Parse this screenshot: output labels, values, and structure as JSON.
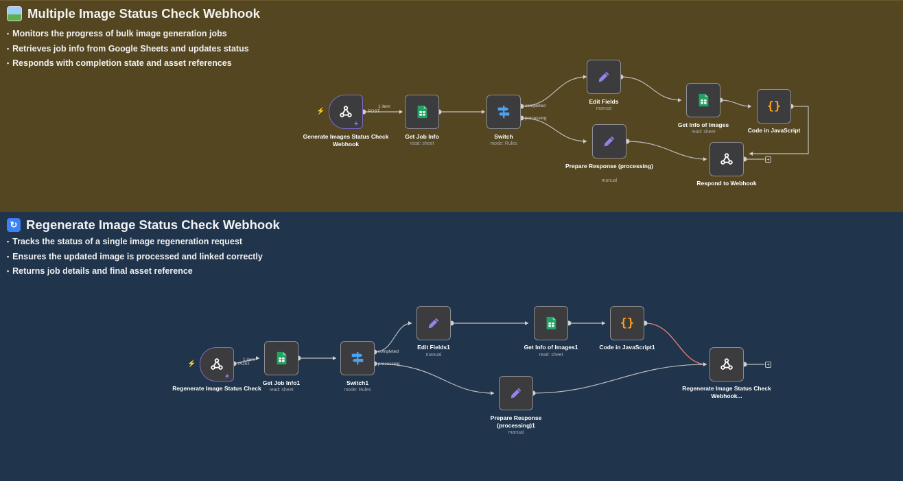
{
  "sections": [
    {
      "title": "Multiple Image Status Check Webhook",
      "icon": "framed-picture-emoji",
      "bullets": [
        "Monitors the progress of bulk image generation jobs",
        "Retrieves job info from Google Sheets and updates status",
        "Responds with completion state and asset references"
      ]
    },
    {
      "title": "Regenerate Image Status Check Webhook",
      "icon": "counterclockwise-arrows-emoji",
      "bullets": [
        "Tracks the status of a single image regeneration request",
        "Ensures the updated image is processed and linked correctly",
        "Returns job details and final asset reference"
      ]
    }
  ],
  "workflow1": {
    "trigger": {
      "label": "Generate Images Status Check Webhook",
      "icon": "webhook-icon"
    },
    "post_label": "POST",
    "items_label": "1 item",
    "get_job": {
      "label": "Get Job Info",
      "sub": "read: sheet",
      "icon": "google-sheets-icon"
    },
    "switch": {
      "label": "Switch",
      "sub": "mode: Rules",
      "icon": "switch-icon",
      "outputs": [
        "completed",
        "processing"
      ]
    },
    "edit": {
      "label": "Edit Fields",
      "sub": "manual",
      "icon": "pencil-icon"
    },
    "prepare": {
      "label": "Prepare Response (processing)",
      "sub": "manual",
      "icon": "pencil-icon"
    },
    "get_info": {
      "label": "Get Info of Images",
      "sub": "read: sheet",
      "icon": "google-sheets-icon"
    },
    "code": {
      "label": "Code in JavaScript",
      "icon": "code-braces-icon"
    },
    "respond": {
      "label": "Respond to Webhook",
      "icon": "webhook-icon"
    }
  },
  "workflow2": {
    "trigger": {
      "label": "Regenerate Image Status Check",
      "icon": "webhook-icon"
    },
    "post_label": "POST",
    "items_label": "1 item",
    "get_job": {
      "label": "Get Job Info1",
      "sub": "read: sheet",
      "icon": "google-sheets-icon"
    },
    "switch": {
      "label": "Switch1",
      "sub": "mode: Rules",
      "icon": "switch-icon",
      "outputs": [
        "completed",
        "processing"
      ]
    },
    "edit": {
      "label": "Edit Fields1",
      "sub": "manual",
      "icon": "pencil-icon"
    },
    "prepare": {
      "label": "Prepare Response (processing)1",
      "sub": "manual",
      "icon": "pencil-icon"
    },
    "get_info": {
      "label": "Get Info of Images1",
      "sub": "read: sheet",
      "icon": "google-sheets-icon"
    },
    "code": {
      "label": "Code in JavaScript1",
      "icon": "code-braces-icon"
    },
    "respond": {
      "label": "Regenerate Image Status Check Webhook...",
      "icon": "webhook-icon"
    }
  },
  "colors": {
    "section1_bg": "#544621",
    "section2_bg": "#20344c",
    "node_bg": "#3c3c3e",
    "trigger_border": "#7d6cd6",
    "sheets_green": "#1fa463",
    "pencil_purple": "#8f86e8",
    "code_orange": "#ff9f1c",
    "switch_blue": "#4aa3f0",
    "bolt_red": "#ff6d5a",
    "highlight_wire": "#e5857a"
  }
}
